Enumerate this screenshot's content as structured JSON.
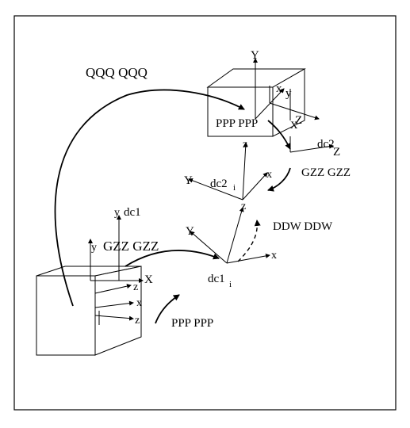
{
  "labels": {
    "qqq": "QQQ QQQ",
    "ppp_top": "PPP PPP",
    "ppp_bottom": "PPP PPP",
    "gzz_right": "GZZ GZZ",
    "gzz_left": "GZZ GZZ",
    "ddw": "DDW DDW",
    "dc2": "dc2",
    "dc2i_base": "dc2",
    "dc2i_sub": "i",
    "dc1": "dc1",
    "dc1i_base": "dc1",
    "dc1i_sub": "i",
    "axis_Y": "Y",
    "axis_y": "y",
    "axis_z": "z",
    "axis_x": "x",
    "axis_X": "X",
    "axis_Z": "Z"
  }
}
